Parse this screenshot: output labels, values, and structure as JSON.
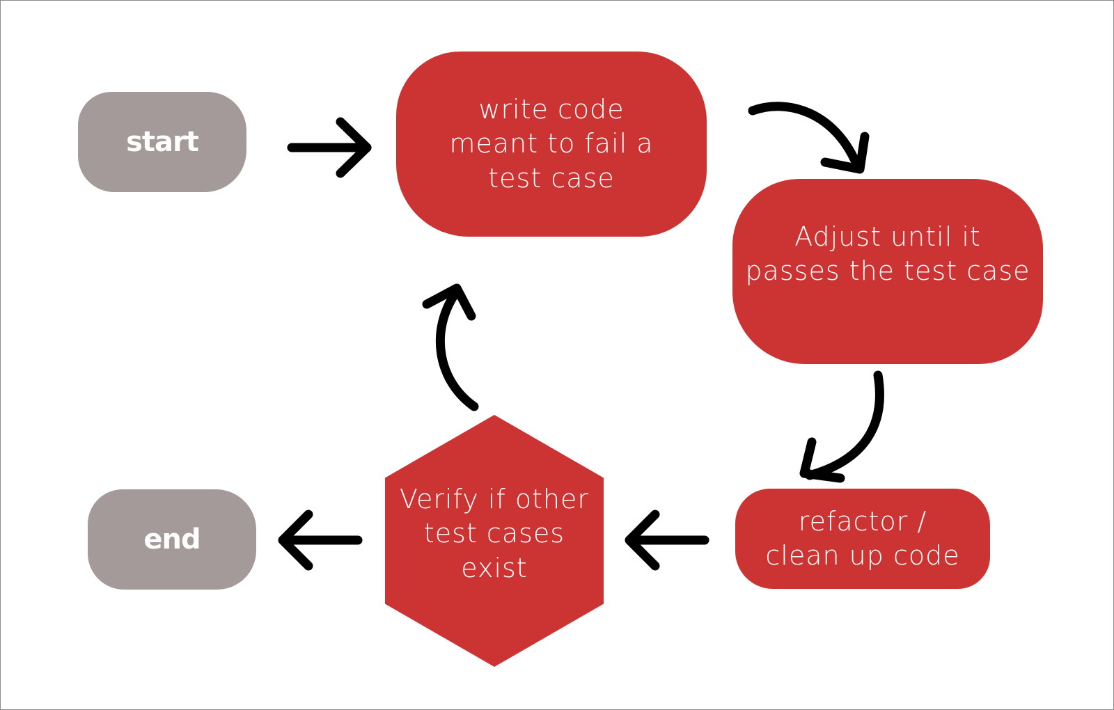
{
  "colors": {
    "process_fill": "#cc3333",
    "terminal_fill": "#a39a99",
    "arrow": "#000000",
    "text": "#ffffff"
  },
  "nodes": {
    "start": {
      "label": "start"
    },
    "end": {
      "label": "end"
    },
    "write_code": {
      "lines": [
        "write code",
        "meant to fail a",
        "test case"
      ]
    },
    "adjust": {
      "lines": [
        "Adjust until it",
        "passes the test case"
      ]
    },
    "refactor": {
      "lines": [
        "refactor /",
        "clean up code"
      ]
    },
    "verify": {
      "lines": [
        "Verify if other",
        "test cases",
        "exist"
      ]
    }
  }
}
